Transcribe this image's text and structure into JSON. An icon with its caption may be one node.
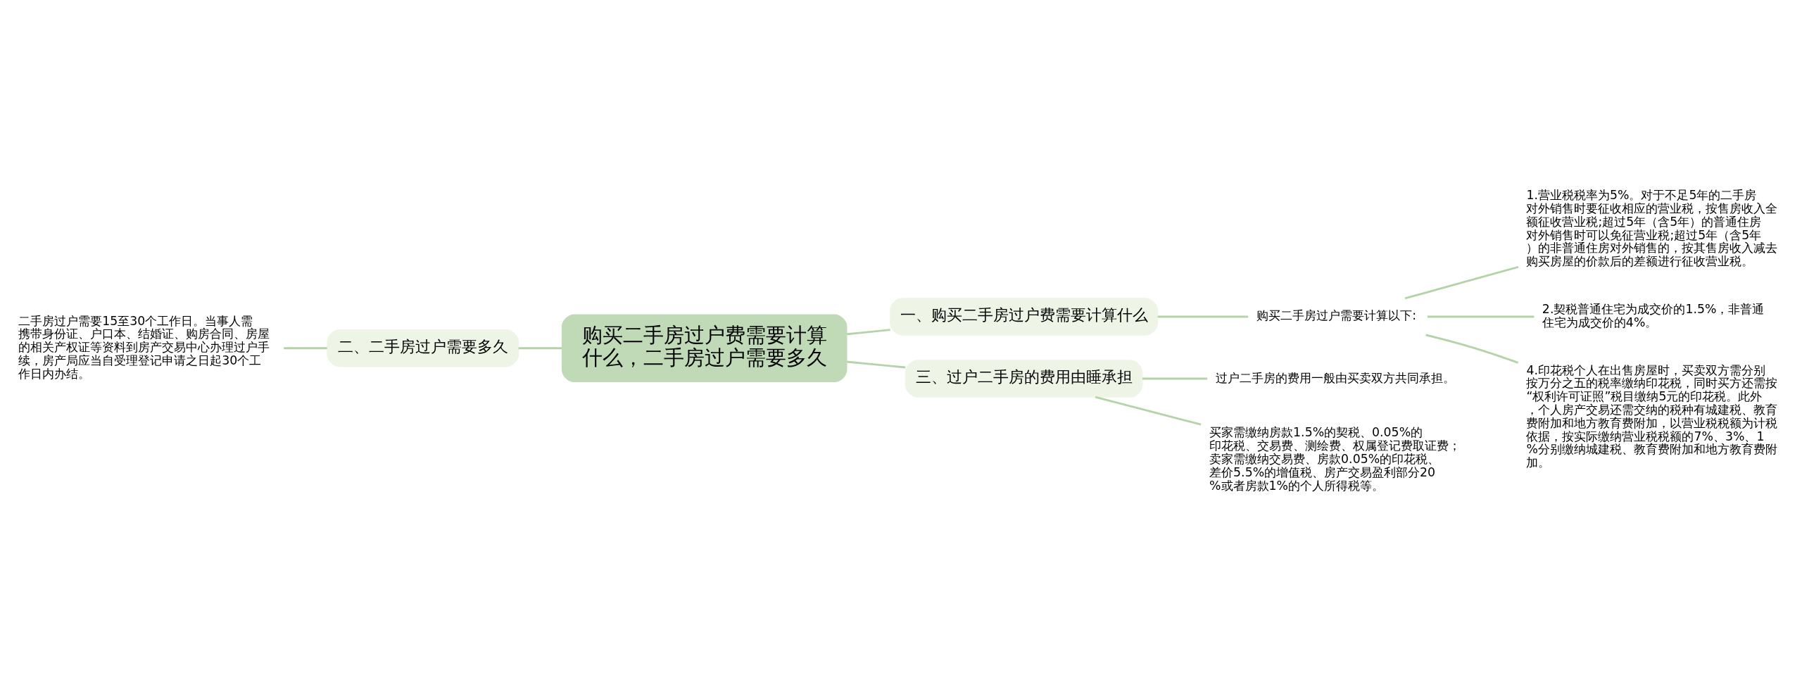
{
  "diagram": {
    "nodes": [
      {
        "text": [
          "购买二手房过户费需要计算什么，二手房过户需要多久"
        ]
      },
      {
        "text": [
          "一、购买二手房过户费需要计算什么"
        ]
      },
      {
        "text": [
          "购买二手房过户需要计算以下:"
        ]
      },
      {
        "text": [
          "1.营业税税率为5%。对于不足5年的二手房对外销售时要征收相应的营业税，按售房收入全额征收营业税;超过5年（含5年）的普通住房对外销售时可以免征营业税;超过5年（含5年）的非普通住房对外销售的，按其售房收入减去购买房屋的价款后的差额进行征收营业税。"
        ]
      },
      {
        "text": [
          "2.契税普通住宅为成交价的1.5%，非普通住宅为成交价的4%。"
        ]
      },
      {
        "text": [
          "4.印花税个人在出售房屋时，买卖双方需分别按万分之五的税率缴纳印花税，同时买方还需按“权利许可证照”税目缴纳5元的印花税。此外，个人房产交易还需交纳的税种有城建税、教育费附加和地方教育费附加，以营业税税额为计税依据，按实际缴纳营业税税额的7%、3%、1%分别缴纳城建税、教育费附加和地方教育费附加。"
        ]
      },
      {
        "text": [
          "二、二手房过户需要多久"
        ]
      },
      {
        "text": [
          "二手房过户需要15至30个工作日。当事人需携带身份证、户口本、结婚证、购房合同、房屋的相关产权证等资料到房产交易中心办理过户手续，房产局应当自受理登记申请之日起30个工作日内办结。"
        ]
      },
      {
        "text": [
          "三、过户二手房的费用由睡承担"
        ]
      },
      {
        "text": [
          "过户二手房的费用一般由买卖双方共同承担。"
        ]
      },
      {
        "text": [
          "买家需缴纳房款1.5%的契税、0.05%的印花税、交易费、测绘费、权属登记费取证费；卖家需缴纳交易费、房款0.05%的印花税、差价5.5%的增值税、房产交易盈利部分20%或者房款1%的个人所得税等。"
        ]
      }
    ],
    "edges": [
      {
        "from": 0,
        "to": 1,
        "arrow": "none"
      },
      {
        "from": 1,
        "to": 2,
        "arrow": "none"
      },
      {
        "from": 2,
        "to": 3,
        "arrow": "none"
      },
      {
        "from": 2,
        "to": 4,
        "arrow": "none"
      },
      {
        "from": 2,
        "to": 5,
        "arrow": "none"
      },
      {
        "from": 0,
        "to": 6,
        "arrow": "none"
      },
      {
        "from": 6,
        "to": 7,
        "arrow": "none"
      },
      {
        "from": 0,
        "to": 8,
        "arrow": "none"
      },
      {
        "from": 8,
        "to": 9,
        "arrow": "none"
      },
      {
        "from": 8,
        "to": 10,
        "arrow": "none"
      }
    ]
  }
}
